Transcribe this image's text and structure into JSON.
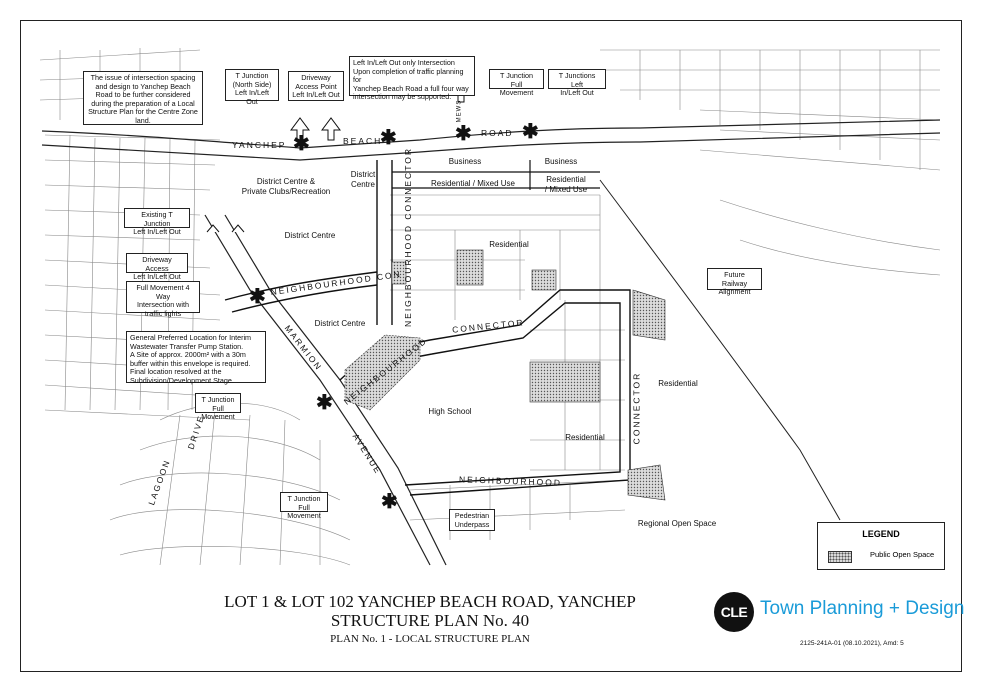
{
  "notes": {
    "intersection_spacing": "The issue of intersection spacing and design to Yanchep Beach Road to be further considered during the preparation of a Local Structure Plan for the Centre Zone land.",
    "t_junction_north": "T Junction\n(North Side)\nLeft In/Left Out",
    "driveway_access_point": "Driveway\nAccess Point\nLeft In/Left Out",
    "left_in_out_only": "Left In/Left Out only Intersection\nUpon completion of traffic planning for\nYanchep Beach Road a full four way\nintersection may be supported.",
    "t_junction_full_top": "T Junction\nFull Movement",
    "t_junctions_left": "T Junctions Left\nIn/Left Out",
    "existing_t_junction": "Existing T Junction\nLeft In/Left Out",
    "driveway_access": "Driveway Access\nLeft In/Left Out",
    "full_movement_4way": "Full Movement 4 Way\nIntersection with\ntraffic lights",
    "pump_station": "General Preferred Location for Interim\nWastewater Transfer Pump Station.\nA Site of approx. 2000m² with a 30m\nbuffer within this envelope is required.\nFinal location resolved at the\nSubdivision/Development Stage.",
    "t_junction_full_mid": "T Junction\nFull Movement",
    "t_junction_full_bottom": "T Junction\nFull Movement",
    "pedestrian_underpass": "Pedestrian\nUnderpass",
    "future_railway": "Future Railway\nAlignment"
  },
  "land_uses": {
    "business_1": "Business",
    "business_2": "Business",
    "res_mixed_1": "Residential / Mixed Use",
    "res_mixed_2": "Residential\n/ Mixed Use",
    "district_centre_clubs": "District Centre &\nPrivate Clubs/Recreation",
    "district_centre_small": "District\nCentre",
    "district_centre_mid": "District Centre",
    "district_centre_low": "District Centre",
    "residential_1": "Residential",
    "residential_2": "Residential",
    "residential_3": "Residential",
    "high_school": "High School",
    "regional_open_space": "Regional Open Space"
  },
  "roads": {
    "yanchep": "YANCHEP",
    "beach": "BEACH",
    "road": "ROAD",
    "mews": "MEWS",
    "neighbourhood_con": "NEIGHBOURHOOD CON",
    "connector_mid": "CONNECTOR",
    "neighbourhood_connector_vertical": "NEIGHBOURHOOD CONNECTOR",
    "neighbourhood_diag": "NEIGHBOURHOOD",
    "neighbourhood_bottom": "NEIGHBOURHOOD",
    "connector_east": "CONNECTOR",
    "marmion": "MARMION",
    "avenue": "AVENUE",
    "lagoon": "LAGOON",
    "drive": "DRIVE"
  },
  "legend": {
    "title": "LEGEND",
    "item": "Public Open Space",
    "swatch_color": "#d8d8d8"
  },
  "title_block": {
    "line1": "LOT 1 & LOT 102 YANCHEP BEACH ROAD, YANCHEP",
    "line2": "STRUCTURE PLAN No. 40",
    "subtitle": "PLAN No. 1 - LOCAL STRUCTURE PLAN",
    "logo_mark": "CLE",
    "logo_text": "Town Planning + Design",
    "logo_color": "#1a9bd8",
    "reference": "2125-241A-01 (08.10.2021), Amd: 5"
  },
  "symbols": {
    "intersection_marker": "✱"
  }
}
